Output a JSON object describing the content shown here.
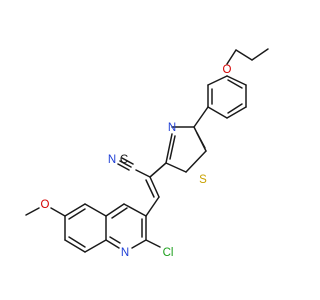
{
  "structure": {
    "atoms": {
      "O_ether": {
        "label": "O",
        "color": "#d40000"
      },
      "N_nitrile": {
        "label": "N",
        "color": "#1f3fd6"
      },
      "C_nitrile": {
        "label": "C",
        "color": "#1a1a1a"
      },
      "N_thiazole": {
        "label": "N",
        "color": "#1f3fd6"
      },
      "S_thiazole": {
        "label": "S",
        "color": "#c8a100"
      },
      "O_methoxy": {
        "label": "O",
        "color": "#d40000"
      },
      "N_quinoline": {
        "label": "N",
        "color": "#1f3fd6"
      },
      "Cl": {
        "label": "Cl",
        "color": "#1fa01f"
      }
    },
    "bond_color": "#1a1a1a"
  }
}
